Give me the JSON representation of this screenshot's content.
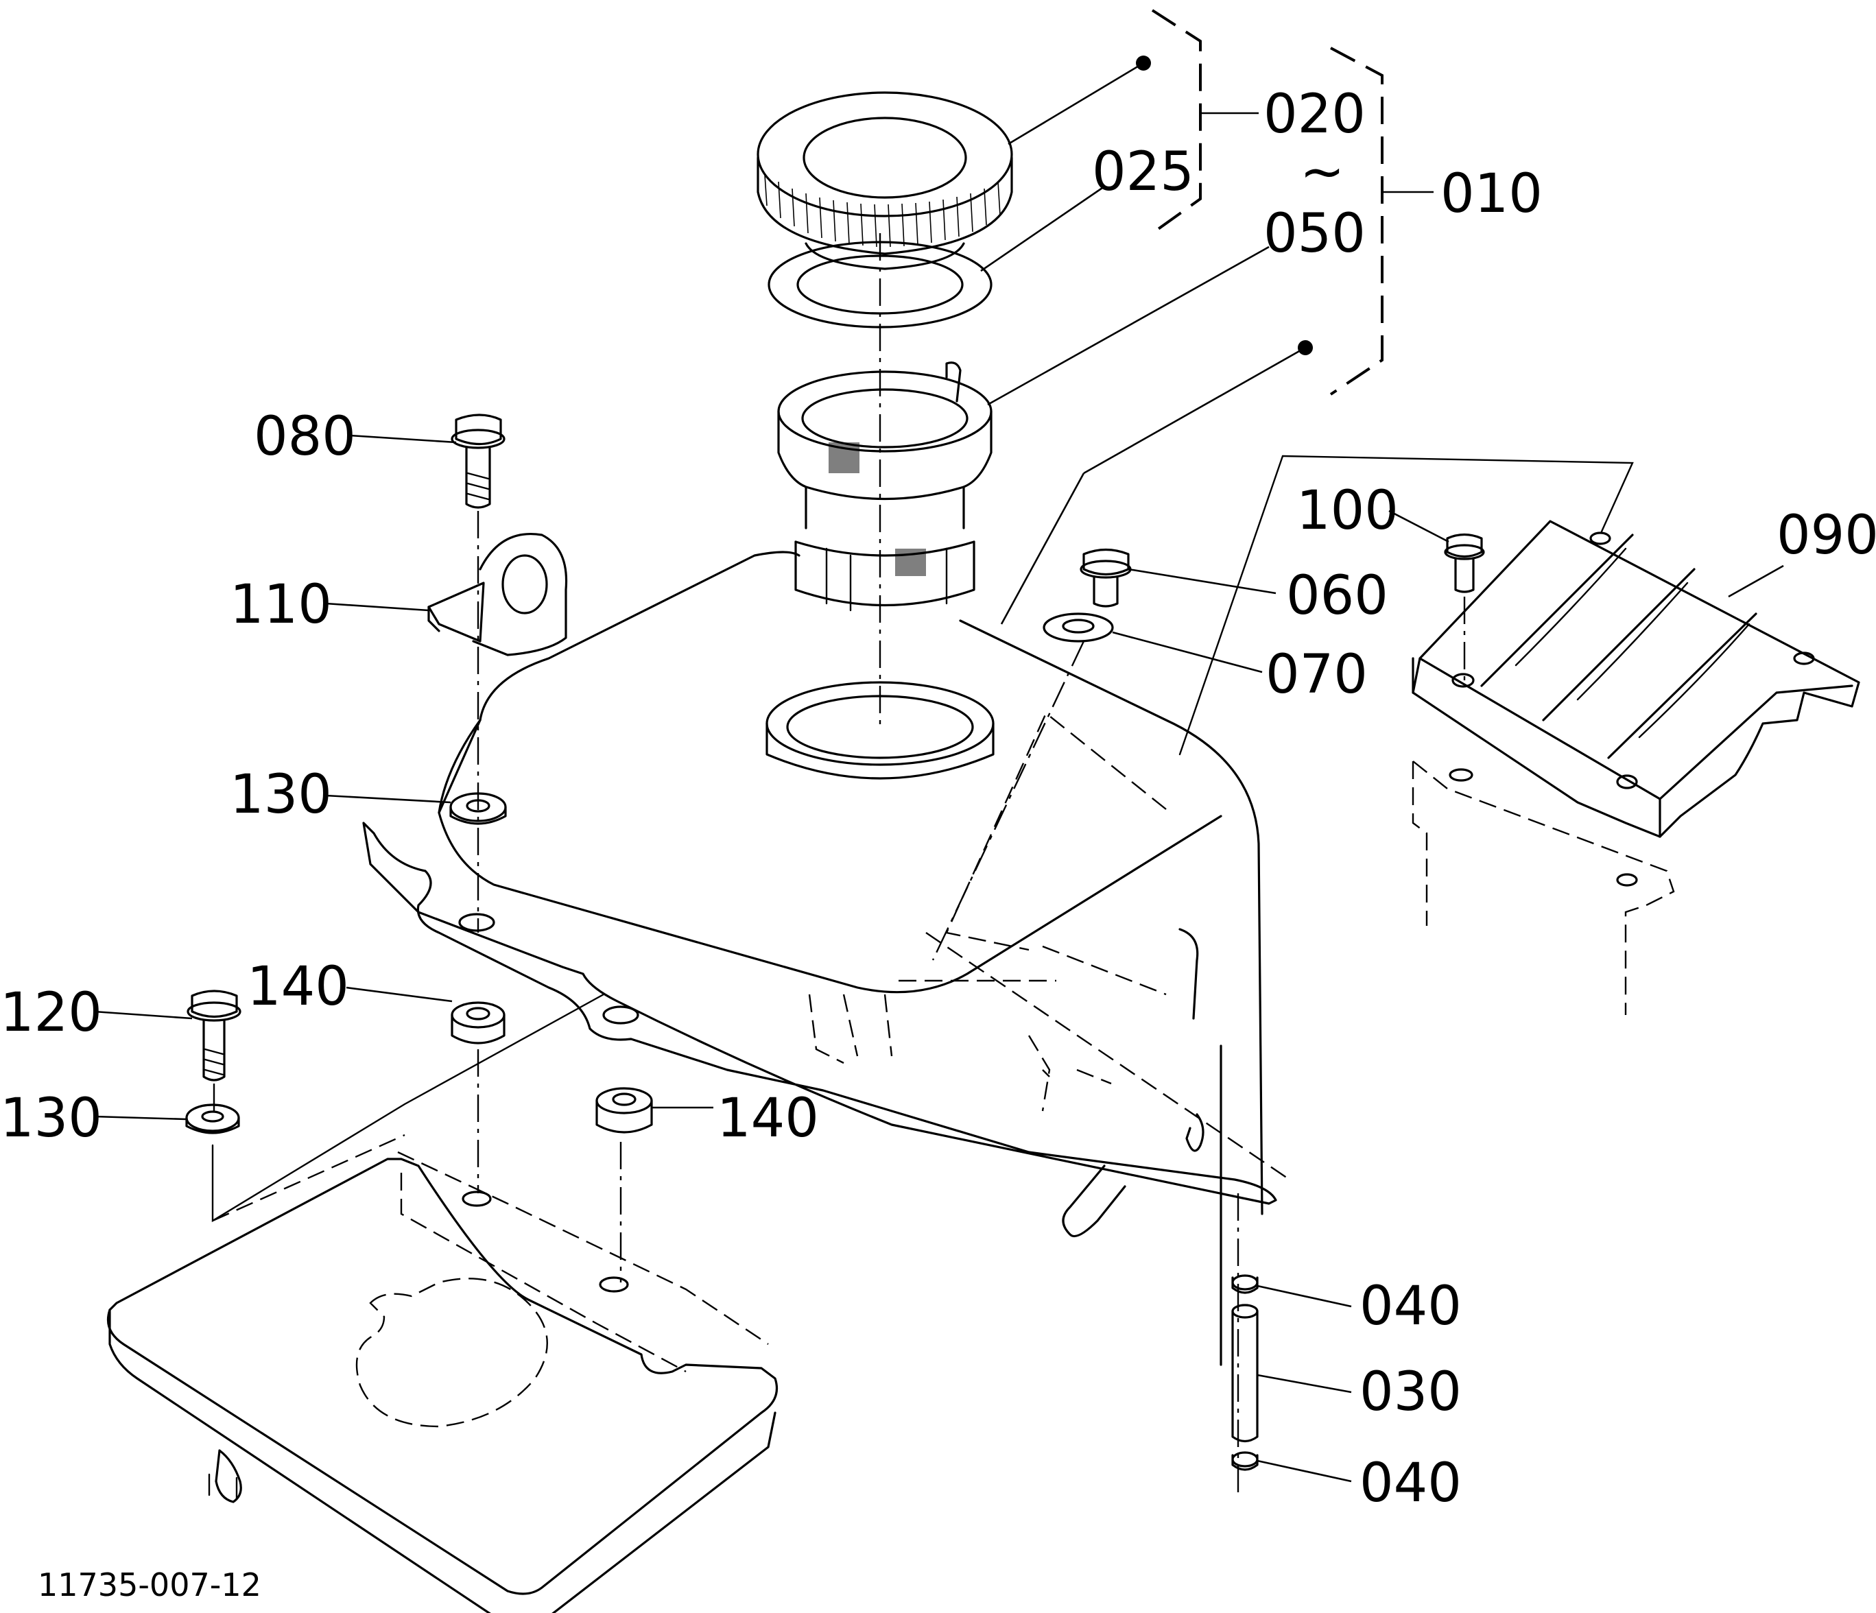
{
  "callouts": {
    "c020": "020",
    "c025": "025",
    "c_range": "~",
    "c010": "010",
    "c050": "050",
    "c080": "080",
    "c100": "100",
    "c090": "090",
    "c060": "060",
    "c070": "070",
    "c110": "110",
    "c130_top": "130",
    "c140_top": "140",
    "c120": "120",
    "c130_bottom": "130",
    "c140_bottom": "140",
    "c040_top": "040",
    "c030": "030",
    "c040_bottom": "040"
  },
  "drawing_ref": "11735-007-12"
}
